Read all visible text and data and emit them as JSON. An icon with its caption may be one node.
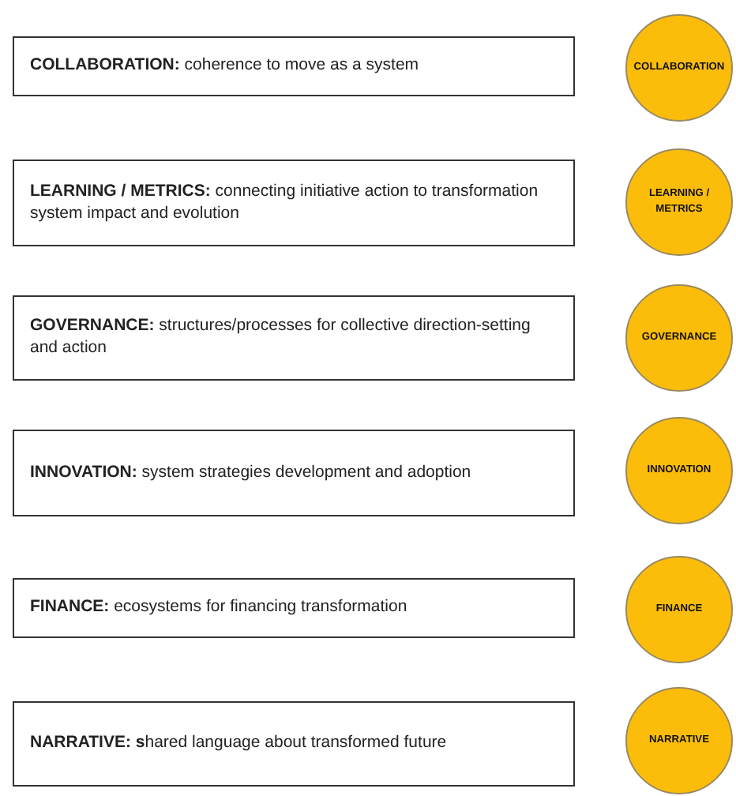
{
  "diagram": {
    "nodes": [
      {
        "text": [
          "**COLLABORATION:** coherence to move as a system"
        ]
      },
      {
        "text": [
          "COLLABORATION"
        ]
      },
      {
        "text": [
          "**LEARNING / METRICS:** connecting initiative action to transformation system impact and evolution"
        ]
      },
      {
        "text": [
          "LEARNING / METRICS"
        ]
      },
      {
        "text": [
          "**GOVERNANCE:** structures/processes for collective direction-setting and action"
        ]
      },
      {
        "text": [
          "GOVERNANCE"
        ]
      },
      {
        "text": [
          "**INNOVATION:** system strategies development and adoption"
        ]
      },
      {
        "text": [
          "INNOVATION"
        ]
      },
      {
        "text": [
          "**FINANCE:** ecosystems for financing transformation"
        ]
      },
      {
        "text": [
          "FINANCE"
        ]
      },
      {
        "text": [
          "**NARRATIVE: s**hared language about transformed future"
        ]
      },
      {
        "text": [
          "NARRATIVE"
        ]
      }
    ]
  }
}
